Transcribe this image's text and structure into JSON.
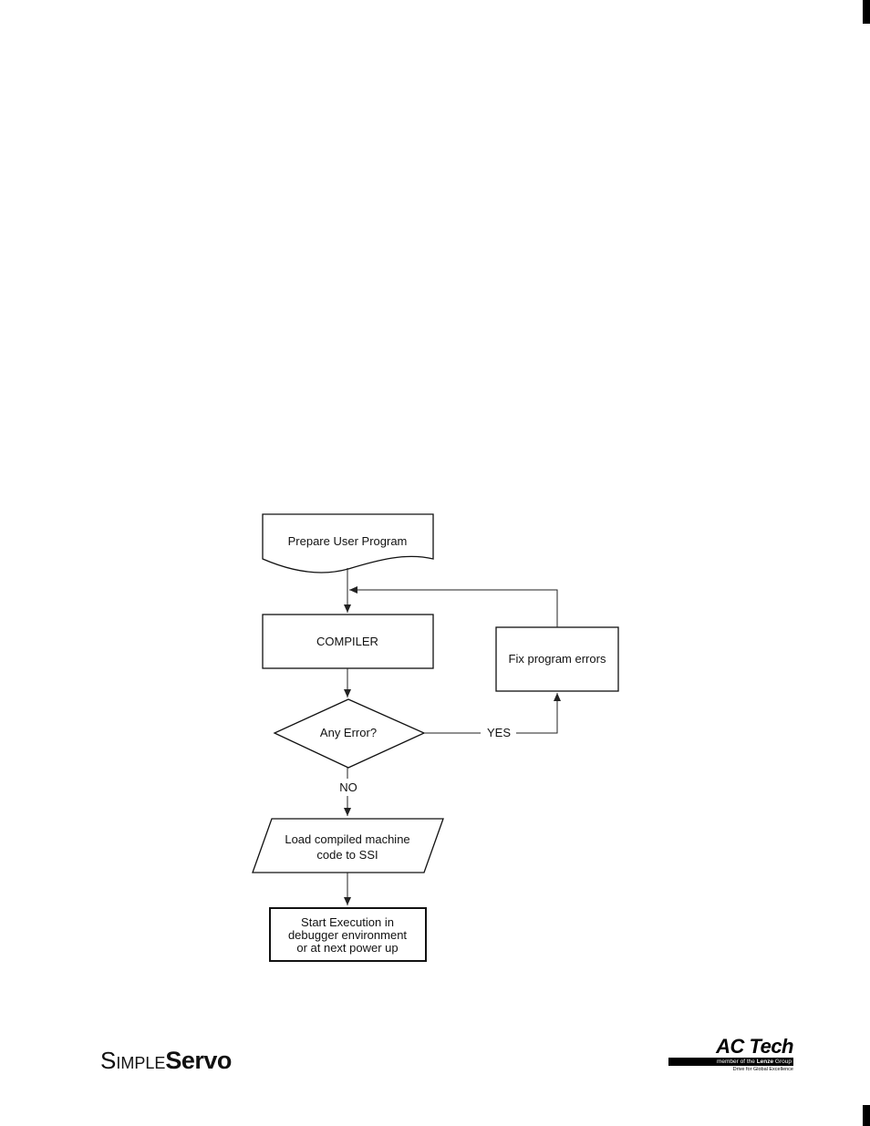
{
  "flowchart": {
    "prepare": "Prepare User Program",
    "compiler": "COMPILER",
    "decision": "Any Error?",
    "fix": "Fix program errors",
    "yes": "YES",
    "no": "NO",
    "load_line1": "Load compiled machine",
    "load_line2": "code to SSI",
    "start_line1": "Start Execution in",
    "start_line2": "debugger environment",
    "start_line3": "or at next power up"
  },
  "footer": {
    "left_brand_simple": "Simple",
    "left_brand_servo": "Servo",
    "right_brand_name": "AC Tech",
    "right_brand_member_prefix": "member of the ",
    "right_brand_member_bold": "Lenze",
    "right_brand_member_suffix": " Group",
    "right_brand_tagline": "Drive for Global Excellence"
  }
}
